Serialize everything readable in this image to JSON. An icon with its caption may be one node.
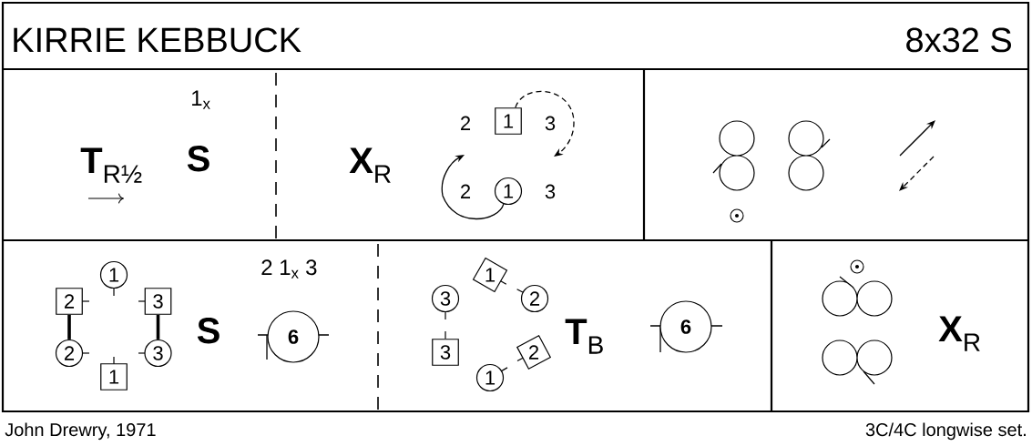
{
  "diagram": {
    "title": "KIRRIE KEBBUCK",
    "nodes": [
      {
        "text": [
          "1"
        ]
      },
      {
        "text": [
          "1"
        ]
      },
      {
        "text": [
          "1"
        ]
      },
      {
        "text": [
          "2"
        ]
      },
      {
        "text": [
          "3"
        ]
      },
      {
        "text": [
          "2"
        ]
      },
      {
        "text": [
          "3"
        ]
      },
      {
        "text": [
          "1"
        ]
      },
      {
        "text": [
          "6"
        ]
      },
      {
        "text": [
          "1"
        ]
      },
      {
        "text": [
          "3"
        ]
      },
      {
        "text": [
          "2"
        ]
      },
      {
        "text": [
          "3"
        ]
      },
      {
        "text": [
          "2"
        ]
      },
      {
        "text": [
          "1"
        ]
      },
      {
        "text": [
          "6"
        ]
      }
    ],
    "edges": [
      {
        "from": 0,
        "to": null,
        "arrow": "to",
        "style": "dashed"
      },
      {
        "from": 1,
        "to": null,
        "arrow": "to"
      },
      {
        "from": 3,
        "to": 5,
        "arrow": "none",
        "style": "thick"
      },
      {
        "from": 4,
        "to": 6,
        "arrow": "none",
        "style": "thick"
      }
    ],
    "labels": [
      "8x32 S",
      "1$_{x}$",
      "**T**$_{R½}$",
      "S",
      "**X**$_{R}$",
      "2",
      "3",
      "2",
      "3",
      "2 1$_{x}$ 3",
      "S",
      "**T**$_{B}$",
      "**X**$_{R}$",
      "John Drewry, 1971",
      "3C/4C longwise set."
    ]
  }
}
